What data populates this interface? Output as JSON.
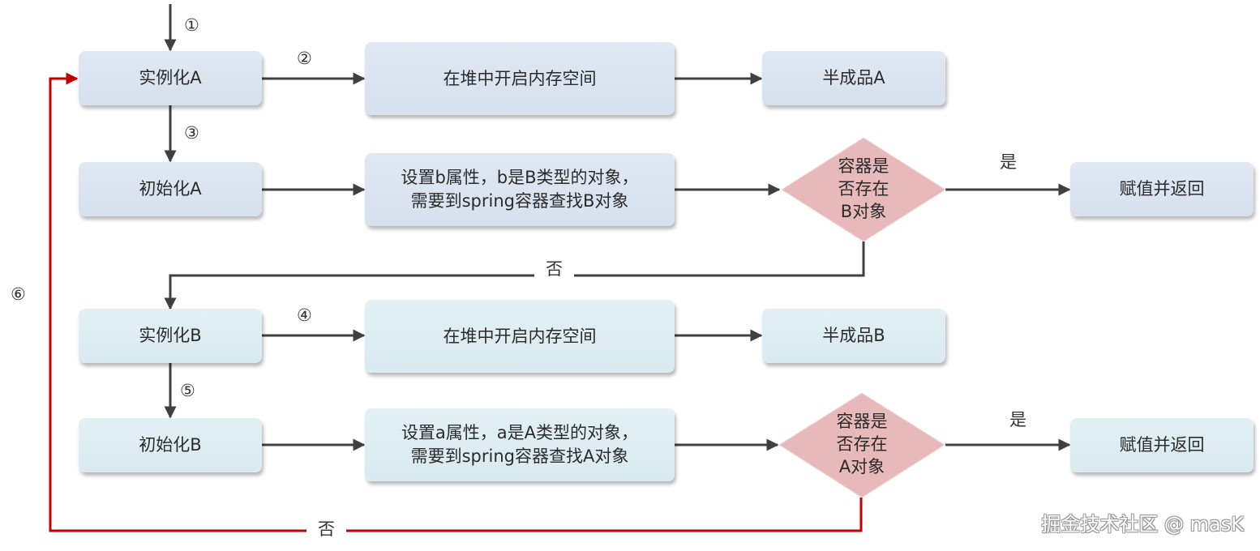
{
  "flow_a": {
    "instantiate": "实例化A",
    "heap": "在堆中开启内存空间",
    "half": "半成品A",
    "init": "初始化A",
    "set_line1": "设置b属性，b是B类型的对象，",
    "set_line2": "需要到spring容器查找B对象",
    "decision_line1": "容器是",
    "decision_line2": "否存在",
    "decision_line3": "B对象",
    "yes": "是",
    "result": "赋值并返回",
    "no": "否"
  },
  "flow_b": {
    "instantiate": "实例化B",
    "heap": "在堆中开启内存空间",
    "half": "半成品B",
    "init": "初始化B",
    "set_line1": "设置a属性，a是A类型的对象，",
    "set_line2": "需要到spring容器查找A对象",
    "decision_line1": "容器是",
    "decision_line2": "否存在",
    "decision_line3": "A对象",
    "yes": "是",
    "result": "赋值并返回",
    "no": "否"
  },
  "steps": {
    "s1": "①",
    "s2": "②",
    "s3": "③",
    "s4": "④",
    "s5": "⑤",
    "s6": "⑥"
  },
  "colors": {
    "box_a": "#dbe3f0",
    "box_b": "#ddedf2",
    "decision": "#e8b9ba",
    "arrow": "#404040",
    "loop_arrow": "#c00000"
  },
  "watermark": "掘金技术社区 @ masK"
}
